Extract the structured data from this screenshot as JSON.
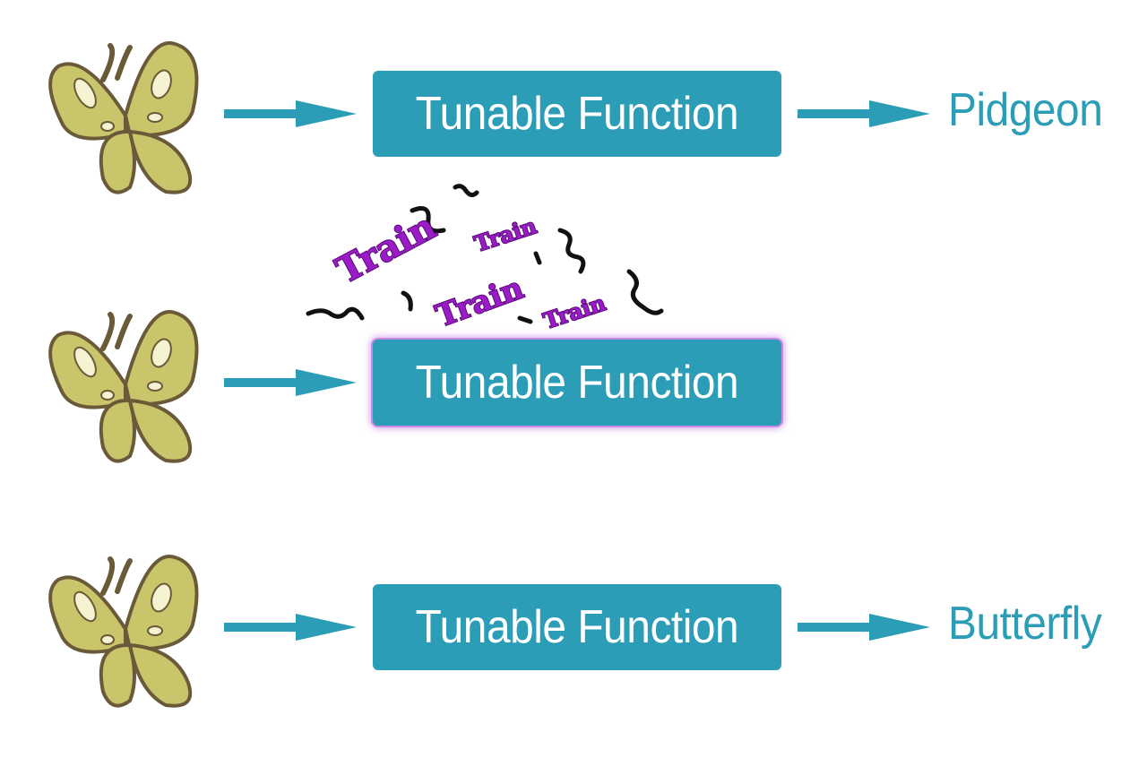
{
  "colors": {
    "accent": "#2b9db7",
    "box_text": "#ffffff",
    "train_fill": "#9a1cc7",
    "train_outline": "#5a0a78",
    "train_glow": "#c98ae6",
    "butterfly_body": "#c8c56b",
    "butterfly_outline": "#6b5a3a"
  },
  "rows": [
    {
      "icon": "butterfly-icon",
      "function_label": "Tunable Function",
      "output": "Pidgeon"
    },
    {
      "icon": "butterfly-icon",
      "function_label": "Tunable Function",
      "output": ""
    },
    {
      "icon": "butterfly-icon",
      "function_label": "Tunable Function",
      "output": "Butterfly"
    }
  ],
  "training": {
    "words": [
      "Train",
      "Train",
      "Train",
      "Train"
    ]
  }
}
